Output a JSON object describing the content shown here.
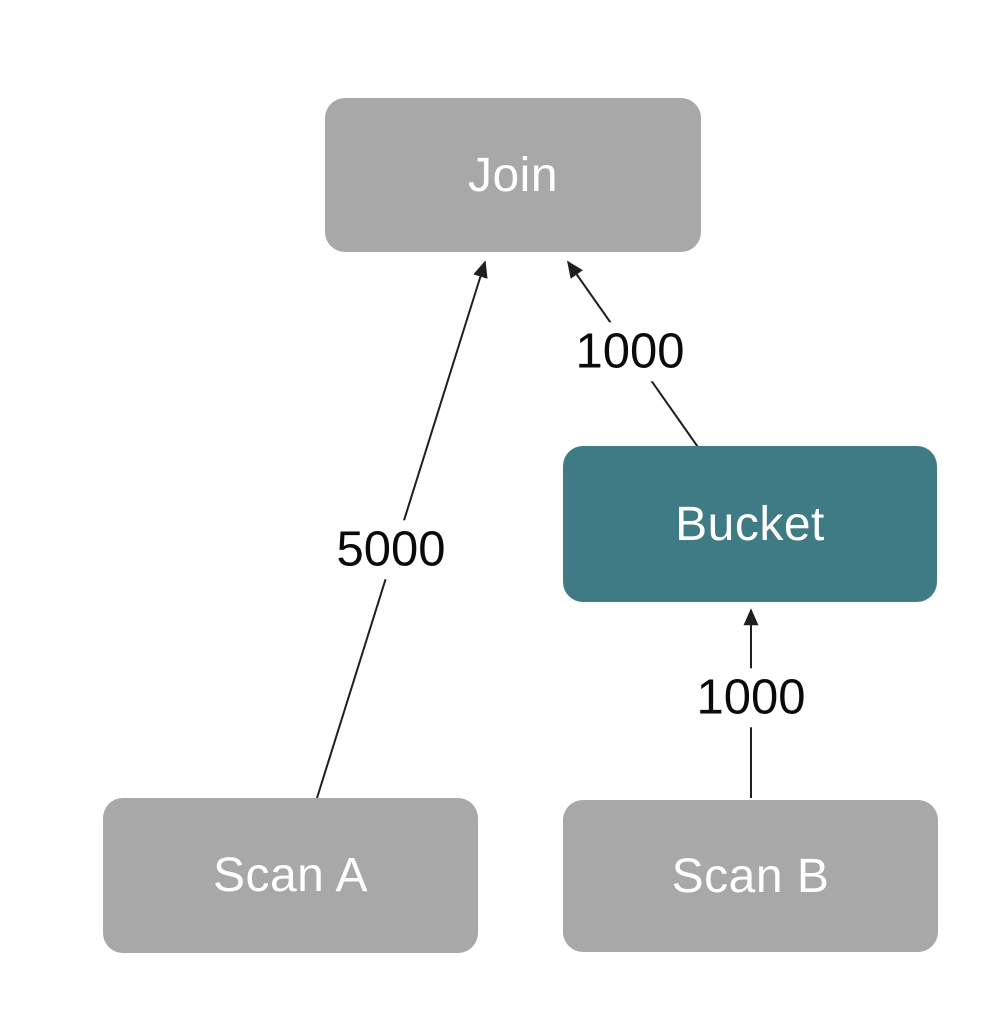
{
  "diagram": {
    "title": "query-plan-tree",
    "background_color": "#ffffff",
    "colors": {
      "node_gray": "#a8a8a8",
      "node_teal": "#3f7b84",
      "node_text": "#ffffff",
      "edge_line": "#1f1f1f",
      "edge_label_text": "#0a0a0a"
    },
    "nodes": [
      {
        "id": "join",
        "label": "Join",
        "color": "#a8a8a8"
      },
      {
        "id": "bucket",
        "label": "Bucket",
        "color": "#3f7b84"
      },
      {
        "id": "scan-a",
        "label": "Scan A",
        "color": "#a8a8a8"
      },
      {
        "id": "scan-b",
        "label": "Scan B",
        "color": "#a8a8a8"
      }
    ],
    "edges": [
      {
        "from": "scan-a",
        "to": "join",
        "label": "5000"
      },
      {
        "from": "bucket",
        "to": "join",
        "label": "1000"
      },
      {
        "from": "scan-b",
        "to": "bucket",
        "label": "1000"
      }
    ]
  }
}
